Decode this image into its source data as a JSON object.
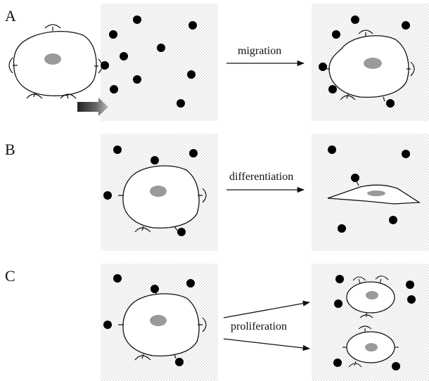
{
  "rows": [
    {
      "label": "A",
      "process": "migration"
    },
    {
      "label": "B",
      "process": "differentiation"
    },
    {
      "label": "C",
      "process": "proliferation"
    }
  ],
  "colors": {
    "matrix_dot": "#8a8a8a",
    "particle": "#000000",
    "nucleus": "#9a9a9a",
    "line": "#111111"
  }
}
